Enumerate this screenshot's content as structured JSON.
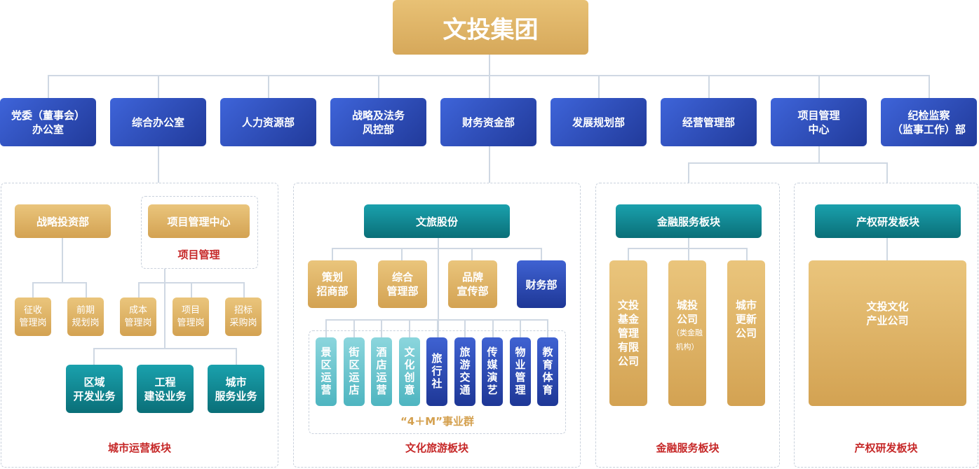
{
  "root": "文投集团",
  "departments": [
    {
      "l1": "党委（董事会）",
      "l2": "办公室"
    },
    {
      "l1": "综合办公室",
      "l2": ""
    },
    {
      "l1": "人力资源部",
      "l2": ""
    },
    {
      "l1": "战略及法务",
      "l2": "风控部"
    },
    {
      "l1": "财务资金部",
      "l2": ""
    },
    {
      "l1": "发展规划部",
      "l2": ""
    },
    {
      "l1": "经营管理部",
      "l2": ""
    },
    {
      "l1": "项目管理",
      "l2": "中心"
    },
    {
      "l1": "纪检监察",
      "l2": "（监事工作）部"
    }
  ],
  "urban": {
    "strategy": "战略投资部",
    "pmc": "项目管理中心",
    "pm_label": "项目管理",
    "posts": [
      {
        "l1": "征收",
        "l2": "管理岗"
      },
      {
        "l1": "前期",
        "l2": "规划岗"
      },
      {
        "l1": "成本",
        "l2": "管理岗"
      },
      {
        "l1": "项目",
        "l2": "管理岗"
      },
      {
        "l1": "招标",
        "l2": "采购岗"
      }
    ],
    "biz": [
      {
        "l1": "区域",
        "l2": "开发业务"
      },
      {
        "l1": "工程",
        "l2": "建设业务"
      },
      {
        "l1": "城市",
        "l2": "服务业务"
      }
    ],
    "footer": "城市运营板块"
  },
  "tourism": {
    "head": "文旅股份",
    "subs": [
      {
        "l1": "策划",
        "l2": "招商部"
      },
      {
        "l1": "综合",
        "l2": "管理部"
      },
      {
        "l1": "品牌",
        "l2": "宣传部"
      },
      {
        "l1": "财务部",
        "l2": ""
      }
    ],
    "units": [
      "景区运营",
      "街区运店",
      "酒店运营",
      "文化创意",
      "旅行社",
      "旅游交通",
      "传媒演艺",
      "物业管理",
      "教育体育"
    ],
    "group_label": "“4＋M”事业群",
    "footer": "文化旅游板块"
  },
  "finance": {
    "head": "金融服务板块",
    "c1": "文投基金管理有限公司",
    "c2": "城投公司",
    "c2_note": "（类金融机构）",
    "c3": "城市更新公司",
    "footer": "金融服务板块"
  },
  "property": {
    "head": "产权研发板块",
    "company": {
      "l1": "文投文化",
      "l2": "产业公司"
    },
    "footer": "产权研发板块"
  }
}
